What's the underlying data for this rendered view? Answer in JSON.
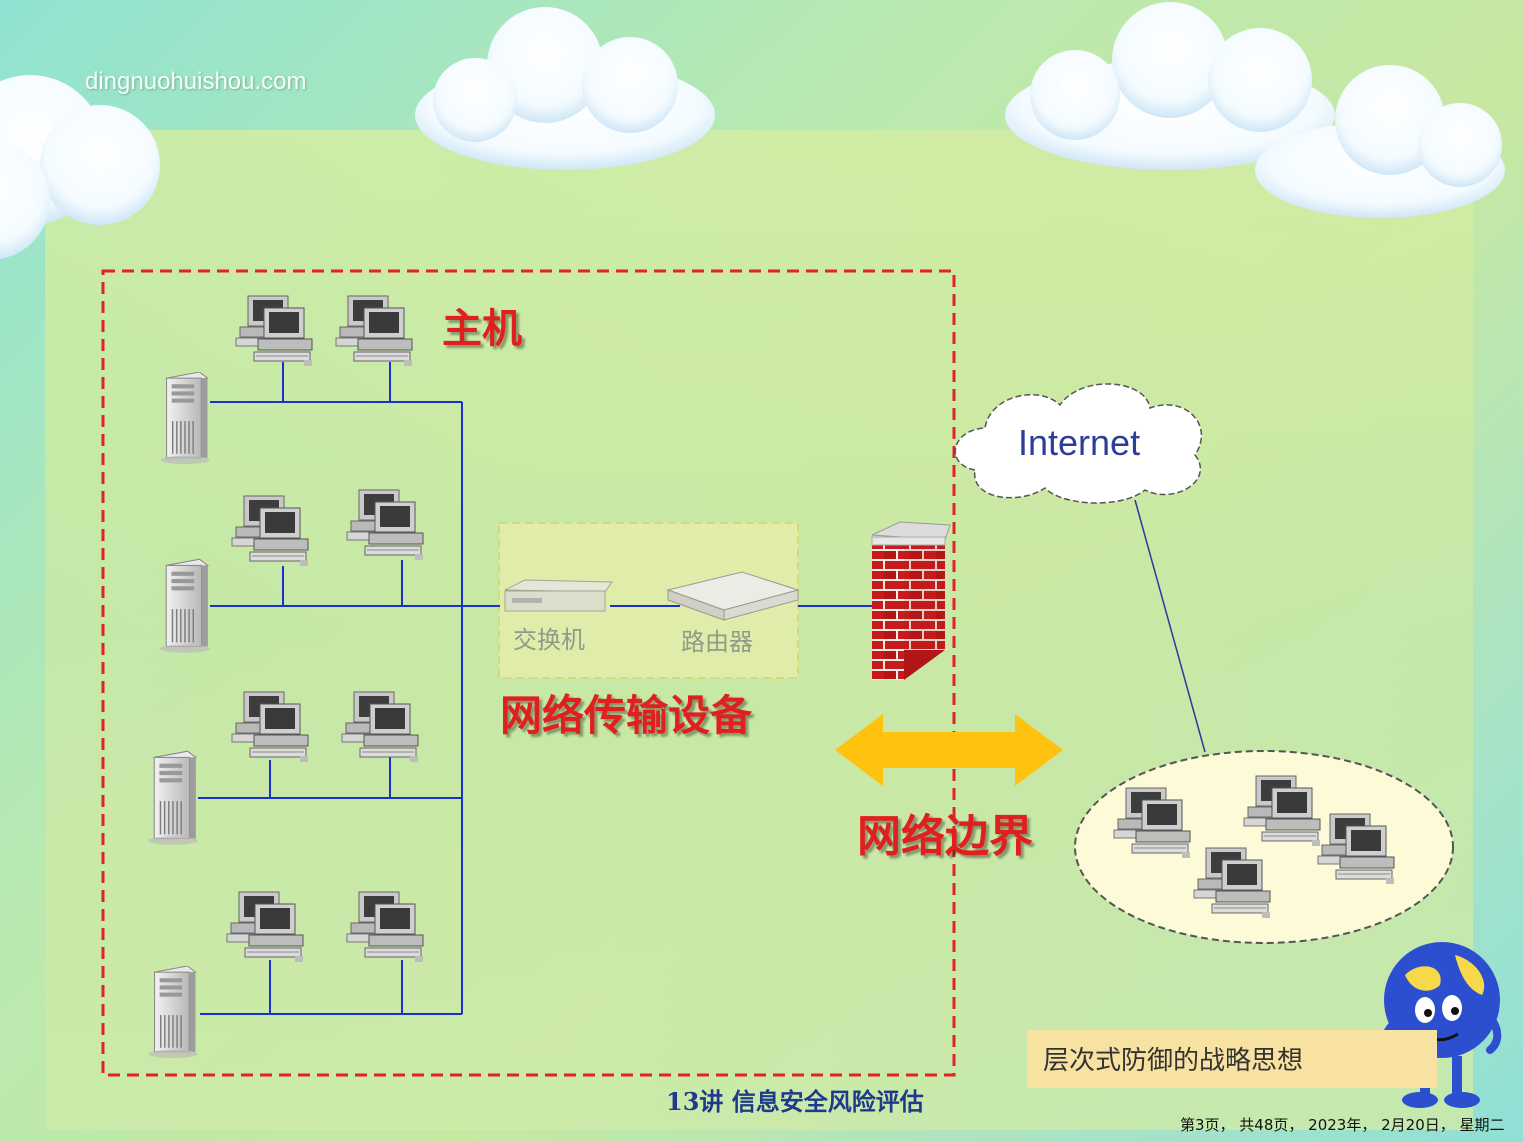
{
  "watermark": "dingnuohuishou.com",
  "labels": {
    "host": "主机",
    "transport": "网络传输设备",
    "boundary": "网络边界",
    "switch": "交换机",
    "router": "路由器",
    "internet": "Internet"
  },
  "note": "层次式防御的战略思想",
  "footer": {
    "title": "13讲  信息安全风险评估",
    "page": "第3页， 共48页， 2023年， 2月20日， 星期二"
  },
  "colors": {
    "link": "#1d2fd0",
    "boundary_dash": "#e02323",
    "label_red": "#e0201e",
    "arrow": "#ffc20e",
    "firewall_brick": "#c81a1a"
  },
  "icons": [
    "cloud-icon",
    "server-tower-icon",
    "workstation-icon",
    "switch-icon",
    "router-icon",
    "firewall-icon",
    "double-arrow-icon",
    "globe-mascot-icon"
  ]
}
